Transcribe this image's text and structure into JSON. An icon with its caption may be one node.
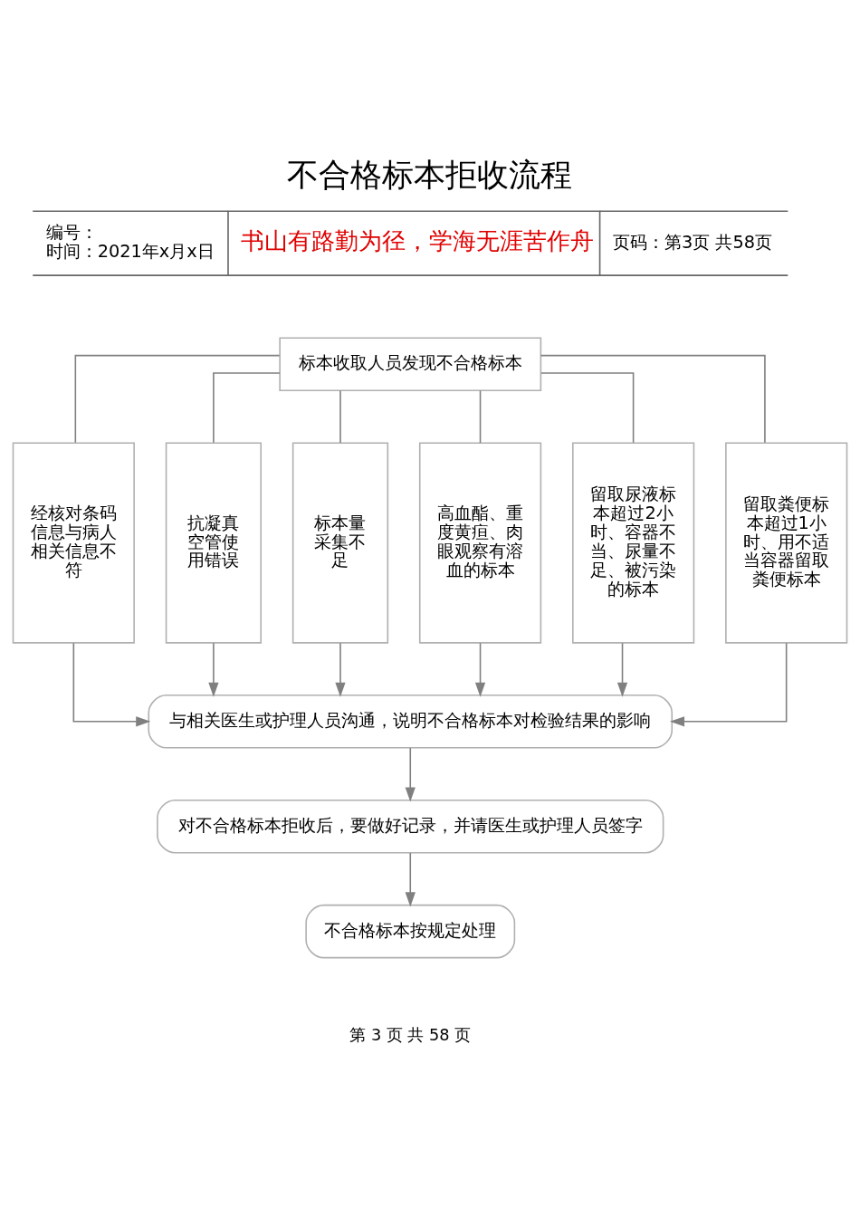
{
  "diagram": {
    "title": "不合格标本拒收流程",
    "nodes": [
      {
        "text": [
          "标本收取人员发现不合格标本"
        ]
      },
      {
        "text": [
          "经核对条码信息与病人相关信息不符"
        ]
      },
      {
        "text": [
          "抗凝真空管使用错误"
        ]
      },
      {
        "text": [
          "标本量采集不足"
        ]
      },
      {
        "text": [
          "高血酯、重度黄疸、肉眼观察有溶血的标本"
        ]
      },
      {
        "text": [
          "留取尿液标本超过2小时、容器不当、尿量不足、被污染的标本"
        ]
      },
      {
        "text": [
          "留取粪便标本超过1小时、用不适当容器留取粪便标本"
        ]
      },
      {
        "text": [
          "与相关医生或护理人员沟通，说明不合格标本对检验结果的影响"
        ]
      },
      {
        "text": [
          "对不合格标本拒收后，要做好记录，并请医生或护理人员签字"
        ]
      },
      {
        "text": [
          "不合格标本按规定处理"
        ]
      }
    ],
    "edges": [
      {
        "from": 0,
        "to": 1,
        "arrow": "none"
      },
      {
        "from": 0,
        "to": 2,
        "arrow": "none"
      },
      {
        "from": 0,
        "to": 3,
        "arrow": "none"
      },
      {
        "from": 0,
        "to": 4,
        "arrow": "none"
      },
      {
        "from": 0,
        "to": 5,
        "arrow": "none"
      },
      {
        "from": 0,
        "to": 6,
        "arrow": "none"
      },
      {
        "from": 1,
        "to": 7,
        "arrow": "to"
      },
      {
        "from": 2,
        "to": 7,
        "arrow": "to"
      },
      {
        "from": 3,
        "to": 7,
        "arrow": "to"
      },
      {
        "from": 4,
        "to": 7,
        "arrow": "to"
      },
      {
        "from": 5,
        "to": 7,
        "arrow": "to"
      },
      {
        "from": 6,
        "to": 7,
        "arrow": "to"
      },
      {
        "from": 7,
        "to": 8,
        "arrow": "to"
      },
      {
        "from": 8,
        "to": 9,
        "arrow": "to"
      }
    ],
    "labels": [
      "编号：",
      "时间：2021年x月x日",
      "书山有路勤为径，学海无涯苦作舟",
      "页码：第3页 共58页",
      "第 3 页 共 58 页"
    ]
  }
}
